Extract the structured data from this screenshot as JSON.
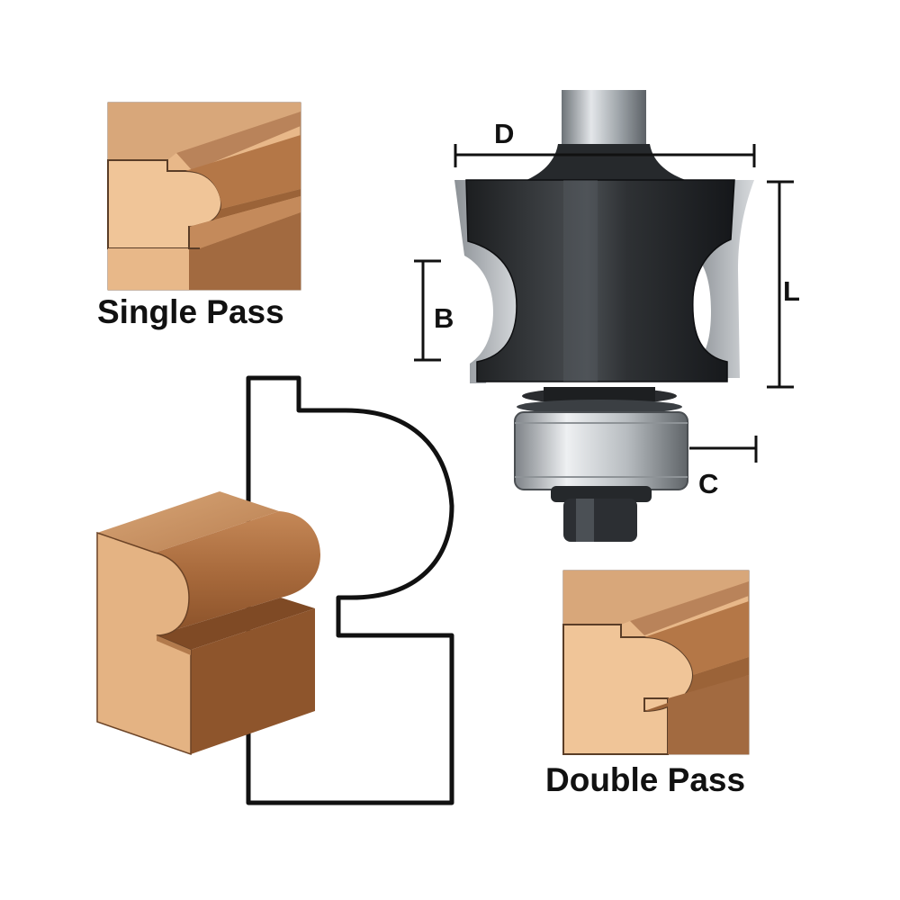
{
  "captions": {
    "single_pass": "Single Pass",
    "double_pass": "Double Pass"
  },
  "dimensions": {
    "d": "D",
    "b": "B",
    "l": "L",
    "c": "C"
  },
  "colors": {
    "wood_light": "#E8B889",
    "wood_mid": "#C98C5C",
    "wood_dark": "#9B5E34",
    "steel_dark": "#2A2C2F",
    "steel_light": "#C9CDD1",
    "outline": "#111111"
  }
}
